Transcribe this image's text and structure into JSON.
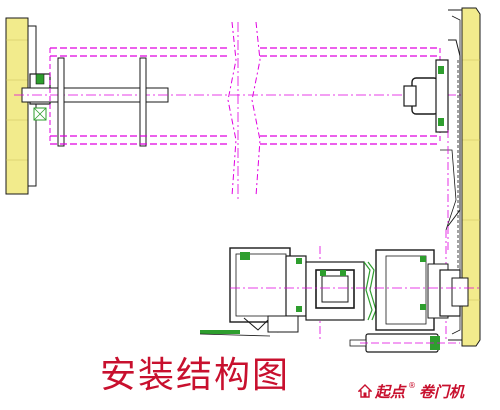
{
  "caption": "安装结构图",
  "brand": {
    "name": "起点",
    "mark": "®",
    "product": "卷门机",
    "logo_icon": "house-logo-icon"
  },
  "colors": {
    "line": "#1a1a1a",
    "centerline": "#e000e0",
    "bracket_fill": "#f2eb8c",
    "accent_green": "#2e9e2e",
    "caption": "#c8102e"
  }
}
